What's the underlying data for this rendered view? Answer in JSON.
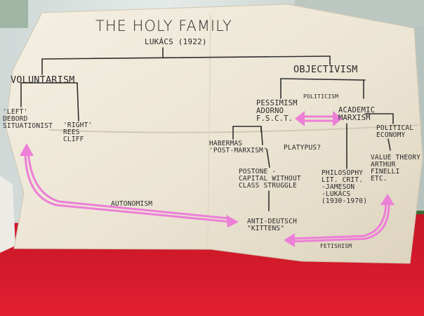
{
  "poster": {
    "title": "THE HOLY FAMILY",
    "subtitle": "LUKÁCS (1922)",
    "voluntarism": "VOLUNTARISM",
    "objectivism": "OBJECTIVISM",
    "left_label": "'LEFT'\nDEBORD\nSITUATIONIST",
    "right_label": "'RIGHT'\nREES\nCLIFF",
    "pessimism": "PESSIMISM\nADORNO\nF.S.C.T.",
    "academic_marxism": "ACADEMIC\nMARXISM",
    "politicism": "POLITICISM",
    "political_economy": "POLITICAL\nECONOMY",
    "habermas": "HABERMAS\n'POST-MARXISM'",
    "platypus": "PLATYPUS?",
    "postone": "POSTONE -\nCAPITAL WITHOUT\nCLASS STRUGGLE",
    "philosophy": "PHILOSOPHY\nLIT. CRIT.\n-JAMESON\n-LUKÁCS\n(1930-1970)",
    "value_theory": "VALUE THEORY\nARTHUR\nFINELLI\nETC.",
    "autonomism": "AUTONOMISM",
    "anti_deutsch": "ANTI-DEUTSCH\n\"KITTENS\"",
    "fetishism": "FETISHISM"
  },
  "colors": {
    "paper": "#efe9da",
    "ink": "#2a2a2a",
    "arrow_pink": "#ec7fd6",
    "tablecloth_red": "#d3182a",
    "grass": "#3d6b2f"
  }
}
